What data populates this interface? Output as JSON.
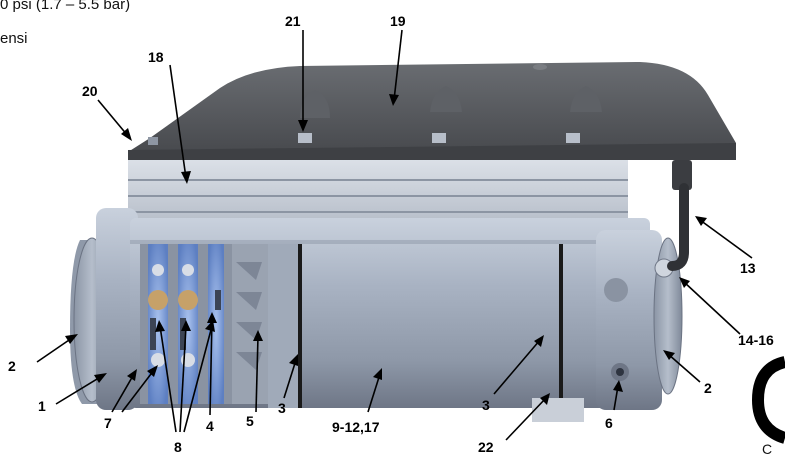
{
  "header_snippets": {
    "pressure_range": "0 psi (1.7 – 5.5 bar)",
    "word_fragment": "ensi"
  },
  "callouts": {
    "c21": "21",
    "c19": "19",
    "c18": "18",
    "c20": "20",
    "c13": "13",
    "c14_16": "14-16",
    "c2_left": "2",
    "c2_right": "2",
    "c1": "1",
    "c7": "7",
    "c8": "8",
    "c4": "4",
    "c5": "5",
    "c3_left": "3",
    "c3_right": "3",
    "c9_12_17": "9-12,17",
    "c22": "22",
    "c6": "6"
  },
  "corner_fragment": "C",
  "colors": {
    "body_steel": "#a7b1c2",
    "cover_dark": "#585a5e",
    "fins": "#c7cdd6",
    "accent_blue": "#7f9fd8"
  }
}
